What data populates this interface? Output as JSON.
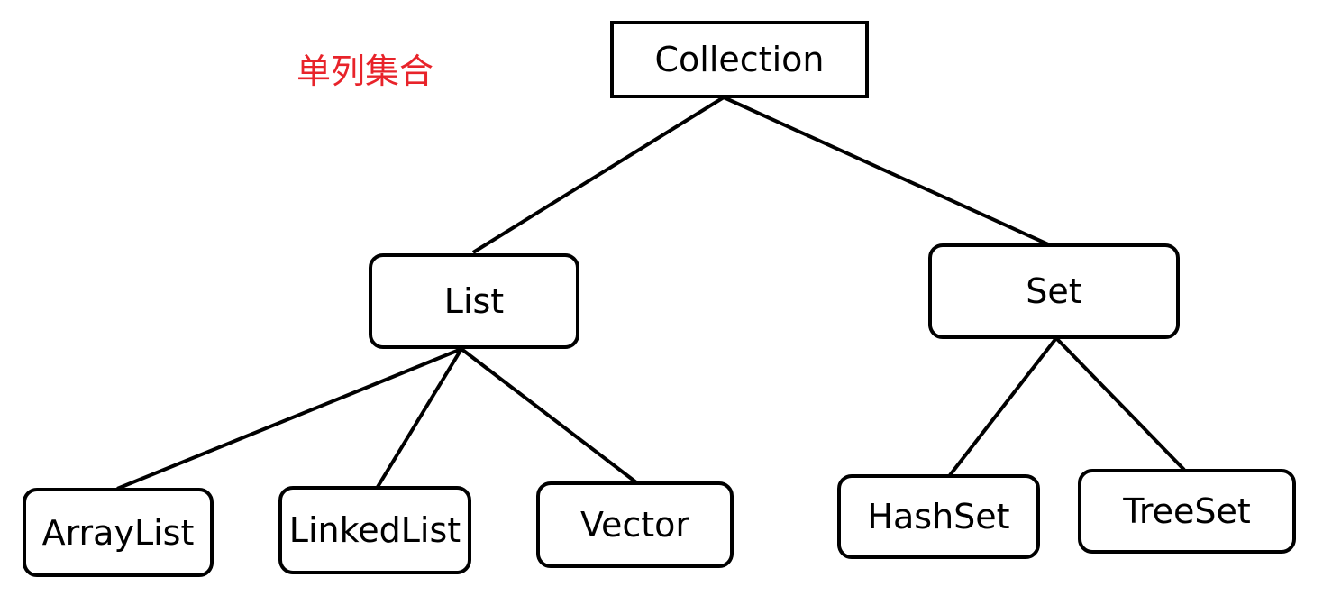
{
  "title_note": "单列集合",
  "colors": {
    "title_note": "#e8232a",
    "line": "#000000",
    "box_border": "#000000",
    "text": "#000000"
  },
  "nodes": {
    "root": {
      "label": "Collection",
      "shape": "rectangle"
    },
    "list": {
      "label": "List",
      "shape": "rounded"
    },
    "set": {
      "label": "Set",
      "shape": "rounded"
    },
    "arraylist": {
      "label": "ArrayList",
      "shape": "rounded"
    },
    "linkedlist": {
      "label": "LinkedList",
      "shape": "rounded"
    },
    "vector": {
      "label": "Vector",
      "shape": "rounded"
    },
    "hashset": {
      "label": "HashSet",
      "shape": "rounded"
    },
    "treeset": {
      "label": "TreeSet",
      "shape": "rounded"
    }
  },
  "edges": [
    [
      "root",
      "list"
    ],
    [
      "root",
      "set"
    ],
    [
      "list",
      "arraylist"
    ],
    [
      "list",
      "linkedlist"
    ],
    [
      "list",
      "vector"
    ],
    [
      "set",
      "hashset"
    ],
    [
      "set",
      "treeset"
    ]
  ]
}
